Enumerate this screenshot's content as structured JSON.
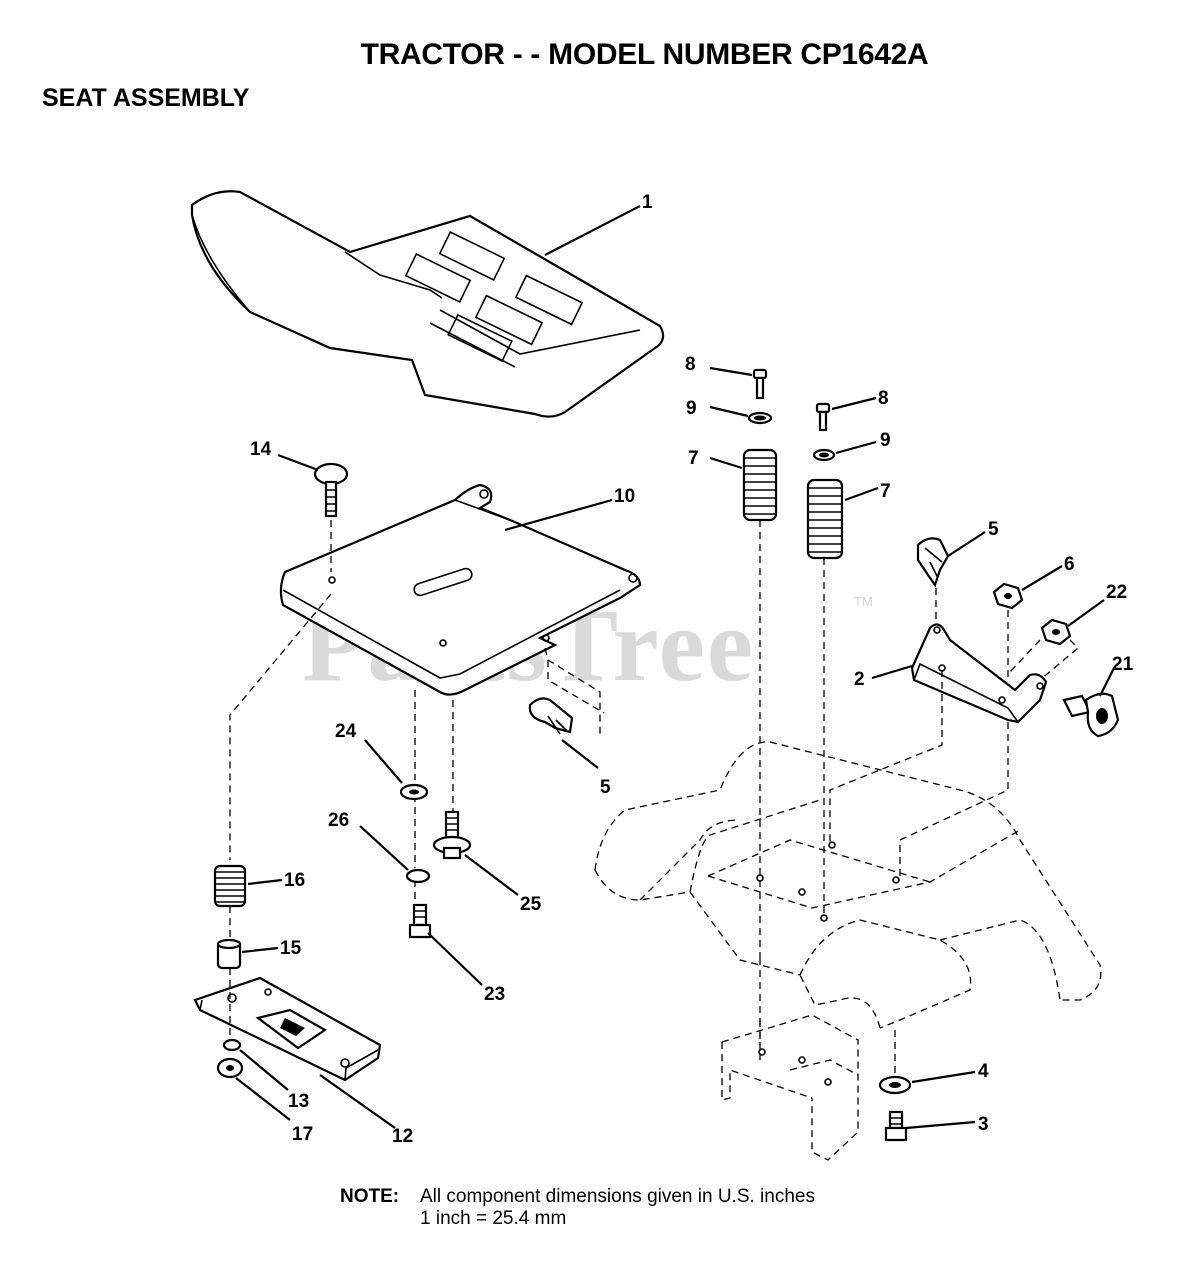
{
  "header": {
    "title": "TRACTOR - - MODEL NUMBER CP1642A",
    "subtitle": "SEAT ASSEMBLY"
  },
  "watermark": {
    "text": "PartsTree",
    "trademark": "TM"
  },
  "callouts": {
    "c1": "1",
    "c2": "2",
    "c3": "3",
    "c4": "4",
    "c5a": "5",
    "c5b": "5",
    "c6": "6",
    "c7a": "7",
    "c7b": "7",
    "c8a": "8",
    "c8b": "8",
    "c9a": "9",
    "c9b": "9",
    "c10": "10",
    "c12": "12",
    "c13": "13",
    "c14": "14",
    "c15": "15",
    "c16": "16",
    "c17": "17",
    "c21": "21",
    "c22": "22",
    "c23": "23",
    "c24": "24",
    "c25": "25",
    "c26": "26"
  },
  "note": {
    "label": "NOTE:",
    "line1": "All component dimensions given in U.S. inches",
    "line2": "1 inch = 25.4 mm"
  }
}
